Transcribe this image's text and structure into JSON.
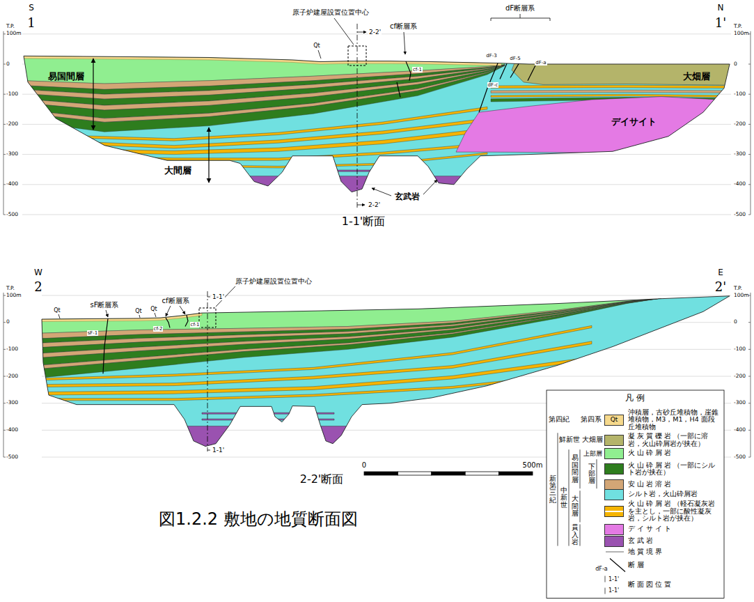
{
  "diagram": {
    "caption": "図1.2.2 敷地の地質断面図",
    "labels": [
      "T.P.",
      "100m",
      "0",
      "-100",
      "-200",
      "-300",
      "-400",
      "-500",
      "T.P.",
      "100m",
      "0",
      "-100",
      "-200",
      "-300",
      "-400",
      "-500",
      "T.P.",
      "100m",
      "0",
      "-100",
      "-200",
      "-300",
      "-400",
      "-500",
      "T.P.",
      "100m",
      "0",
      "-100",
      "-200",
      "-300",
      "-400",
      "-500",
      "S",
      "1",
      "N",
      "1'",
      "原子炉建屋設置位置中心",
      "2-2'",
      "cf断層系",
      "dF断層系",
      "Qt",
      "易国間層",
      "大畑層",
      "デイサイト",
      "大間層",
      "玄武岩",
      "2-2'",
      "cf-1",
      "dF-3",
      "dF-5",
      "dF-a",
      "dF-c",
      "1-1'断面",
      "W",
      "2",
      "E",
      "2'",
      "sF断層系",
      "cf断層系",
      "原子炉建屋設置位置中心",
      "1-1'",
      "Qt",
      "Qt",
      "Qt",
      "sF-1",
      "cf-2",
      "cf-1",
      "1-1'",
      "2-2'断面",
      "0",
      "500m",
      "凡 例",
      "第四紀",
      "第四系",
      "Qt",
      "新第三紀",
      "鮮新世",
      "大畑層",
      "中新世",
      "易国間層",
      "上部層",
      "下部層",
      "大間層",
      "貫入岩",
      "dF-a",
      "1-1'",
      "1-1'"
    ],
    "legend": [
      {
        "text": "沖積層，古砂丘堆積物，崖錐堆積物，M3，M1，H4 面段丘堆積物",
        "color": "#f6d98c"
      },
      {
        "text": "凝 灰 質 礫 岩 （一部に溶岩，火山砕屑岩が挟在）",
        "color": "#b4b46a"
      },
      {
        "text": "火 山 砕 屑 岩",
        "color": "#90ee90"
      },
      {
        "text": "火 山 砕 屑 岩 （一部にシルト岩が挟在）",
        "color": "#2e7d1e"
      },
      {
        "text": "安 山 岩 溶 岩",
        "color": "#d3a676"
      },
      {
        "text": "シルト岩，火山砕屑岩",
        "color": "#70e0e0"
      },
      {
        "text": "火 山 砕 屑 岩 （軽石凝灰岩を主とし，一部に酸性凝灰岩，シルト岩が挟在）",
        "color": "#f5b400"
      },
      {
        "text": "デ イ サ イ ト",
        "color": "#e47ae4"
      },
      {
        "text": "玄 武 岩",
        "color": "#9a52b0"
      },
      {
        "text": "地 質 境 界"
      },
      {
        "text": "断 層"
      },
      {
        "text": "断 面 図 位 置"
      }
    ]
  }
}
